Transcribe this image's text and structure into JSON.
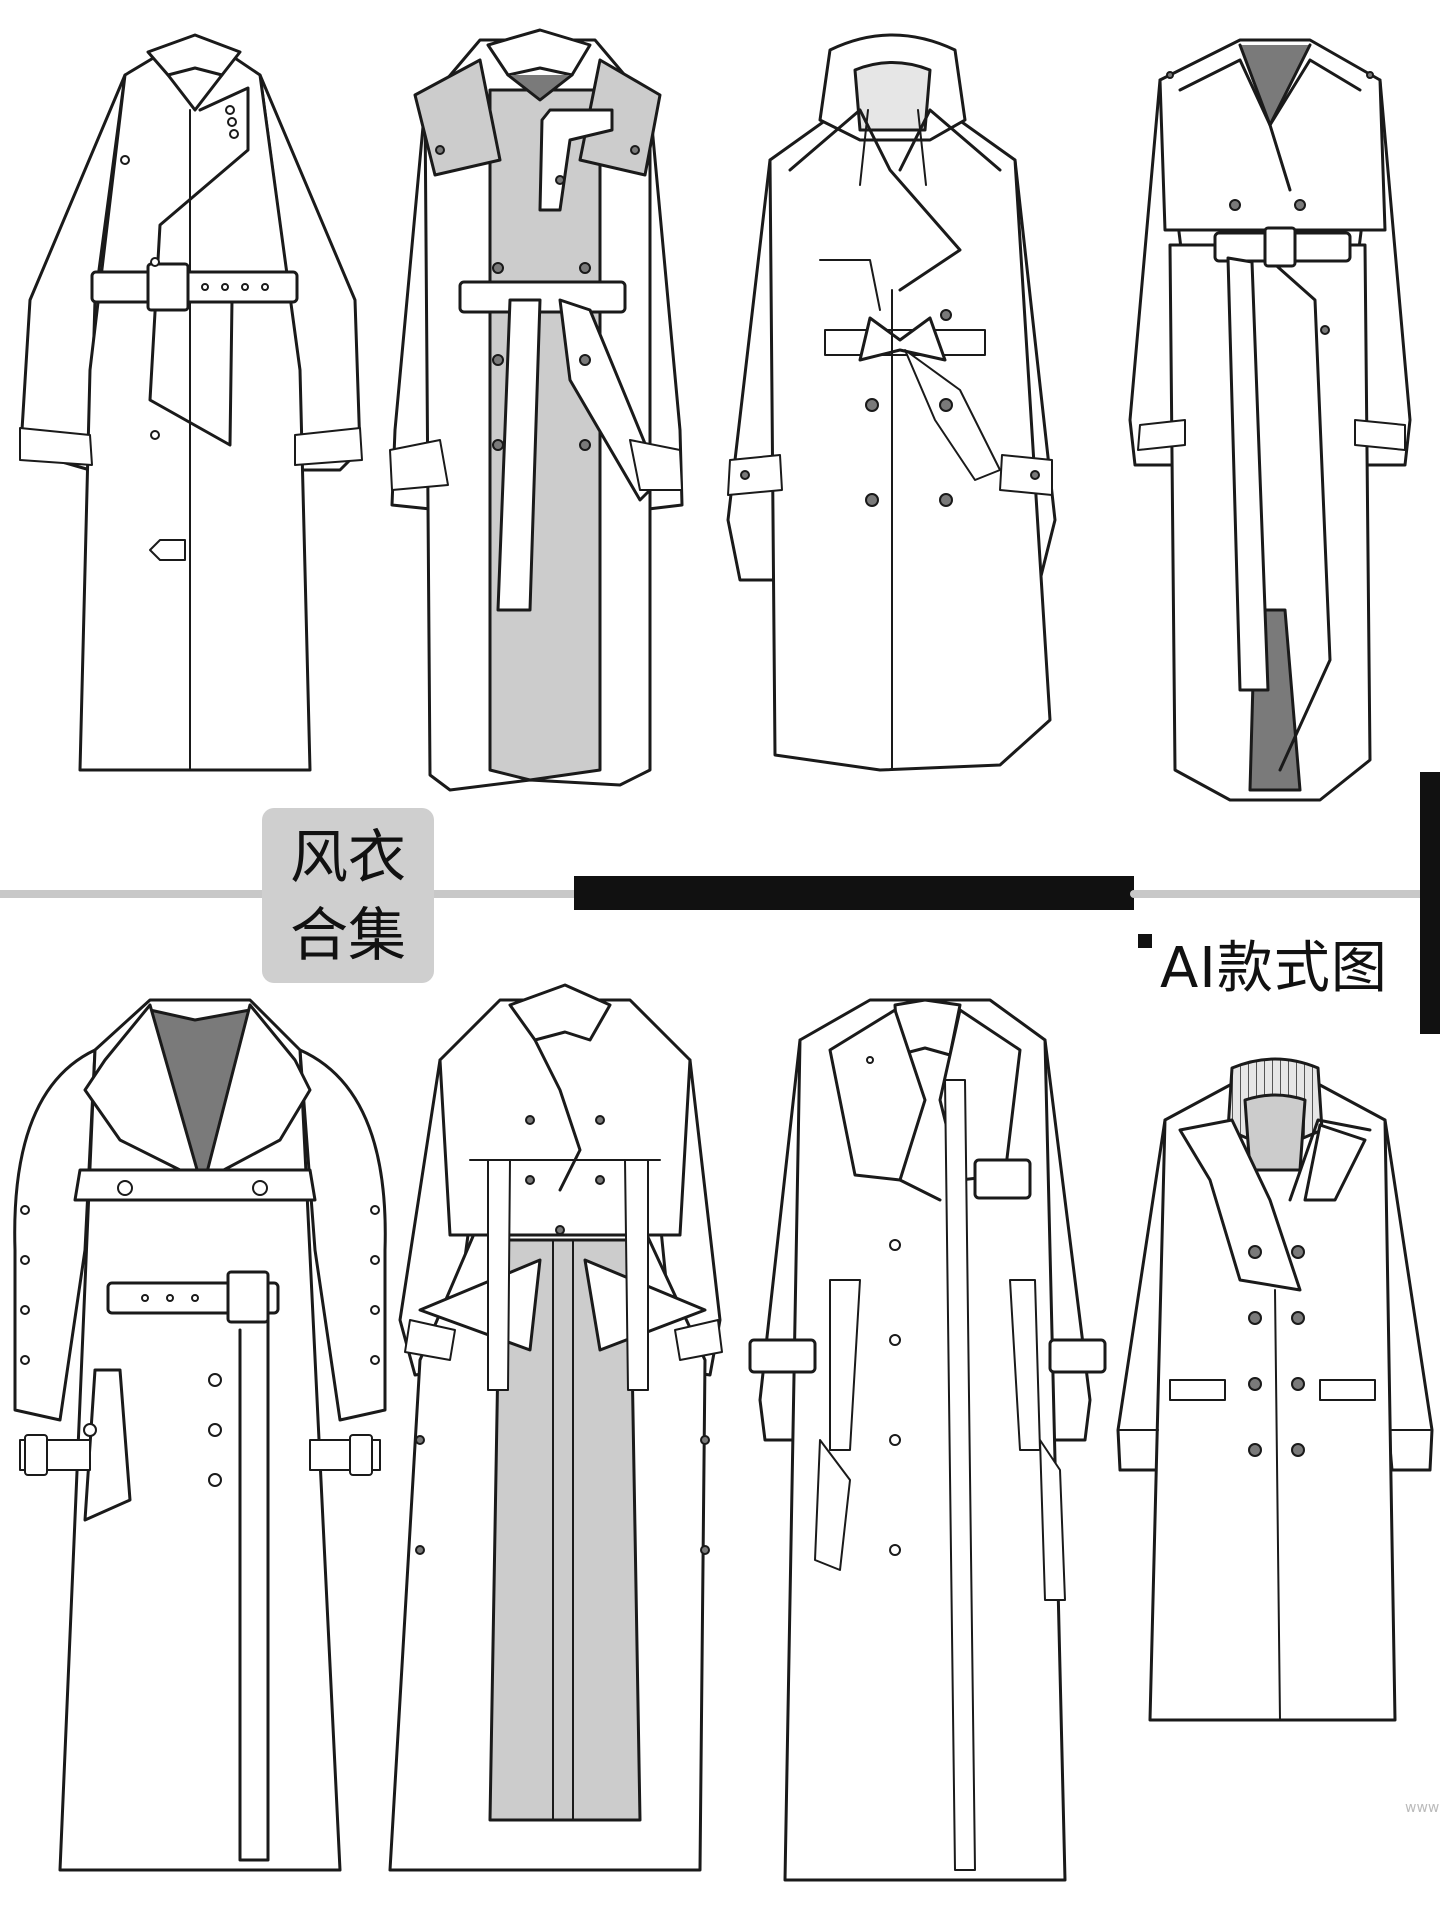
{
  "title": {
    "line1": "风衣",
    "line2": "合集"
  },
  "subtitle": {
    "text": "AI款式图"
  },
  "watermark": "www",
  "colors": {
    "line": "#1a1a1a",
    "fill": "#ffffff",
    "gray": "#cccccc",
    "dark": "#7a7a7a",
    "rule": "#c8c8c8"
  },
  "garments_row_top": [
    {
      "name": "belted-raglan-trench"
    },
    {
      "name": "two-tone-belted-trench"
    },
    {
      "name": "hooded-double-breasted-trench"
    },
    {
      "name": "cropped-layered-trench"
    }
  ],
  "garments_row_bottom": [
    {
      "name": "puff-sleeve-belted-trench"
    },
    {
      "name": "deconstructed-vest-trench"
    },
    {
      "name": "strapped-long-trench"
    },
    {
      "name": "knit-collar-overcoat"
    }
  ]
}
